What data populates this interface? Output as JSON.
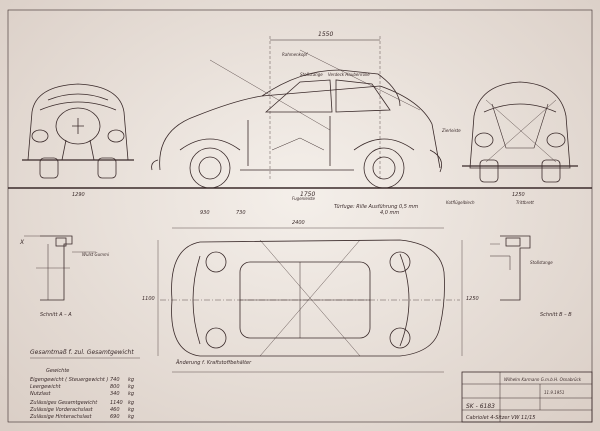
{
  "colors": {
    "paper": "#efe7df",
    "ink": "#3a2a2a",
    "fine_ink": "#6b5050"
  },
  "labels": {
    "dim_width": "1550",
    "dim_length": "1750",
    "dim_track_front": "1290",
    "dim_track_rear": "1250",
    "dim_height": "1250",
    "dim_wheelbase": "2400",
    "dim_plan_length": "1250",
    "dim_left_a": "730",
    "dim_left_b": "930",
    "dim_span": "2400",
    "dim_rear": "1100",
    "callout_door": "Türfuge: Rille Ausführung 0,5 mm",
    "callout_door2": "4,0 mm",
    "callout_fuel": "Fugenleiste",
    "callout_top": "Verdeck Haubenrolle",
    "callout_stop": "Stoßstange",
    "callout_trim": "Zierleiste",
    "callout_panel": "Kotflügelblech",
    "callout_step": "Trittbrett",
    "callout_pillar": "Rahmenkopf",
    "callout_bumper": "Stoßstange",
    "callout_note": "Änderung f. Kraftstoffbehälter",
    "section_aa": "Schnitt A – A",
    "section_bb": "Schnitt B – B",
    "x_label": "X",
    "weights_title": "Gesamtmaß f. zul. Gesamtgewicht",
    "weights_sub": "Gewichte",
    "table_note": "Wulst Gummi"
  },
  "weights": [
    {
      "label": "Eigengewicht ( Steuergewicht )",
      "value": "740",
      "unit": "kg"
    },
    {
      "label": "Leergewicht",
      "value": "800",
      "unit": "kg"
    },
    {
      "label": "Nutzlast",
      "value": "340",
      "kg_unit": "kg",
      "unit": "kg"
    },
    {
      "label": "Zulässiges Gesamtgewicht",
      "value": "1140",
      "unit": "kg"
    },
    {
      "label": "Zulässige Vorderachslast",
      "value": "460",
      "unit": "kg"
    },
    {
      "label": "Zulässige Hinterachslast",
      "value": "690",
      "unit": "kg"
    }
  ],
  "title_block": {
    "company": "Wilhelm Karmann G.m.b.H. Osnabrück",
    "drawing_no": "SK - 6183",
    "title": "Cabriolet 4-Sitzer VW 11/15",
    "date": "11.9.1951"
  }
}
